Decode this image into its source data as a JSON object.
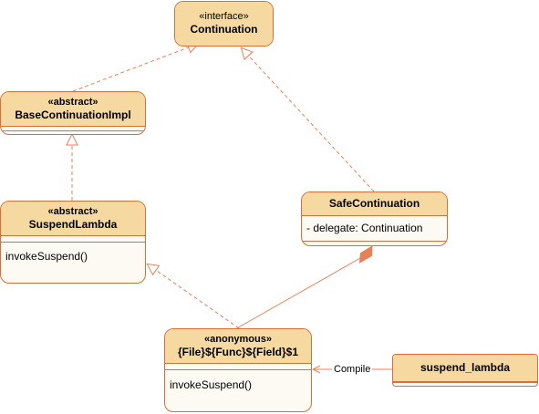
{
  "classes": {
    "continuation": {
      "stereotype": "«interface»",
      "name": "Continuation"
    },
    "base_impl": {
      "stereotype": "«abstract»",
      "name": "BaseContinuationImpl"
    },
    "suspend_lambda": {
      "stereotype": "«abstract»",
      "name": "SuspendLambda",
      "method": "invokeSuspend()"
    },
    "safe_continuation": {
      "name": "SafeContinuation",
      "field": "- delegate: Continuation"
    },
    "anonymous": {
      "stereotype": "«anonymous»",
      "name": "{File}${Func}${Field}$1",
      "method": "invokeSuspend()"
    },
    "source": {
      "name": "suspend_lambda"
    }
  },
  "edges": {
    "compile_label": "Compile"
  },
  "colors": {
    "border": "#d86f3b",
    "header_fill": "#f5d9a0",
    "body_fill": "#fdfaf4",
    "line": "#e8805a"
  }
}
